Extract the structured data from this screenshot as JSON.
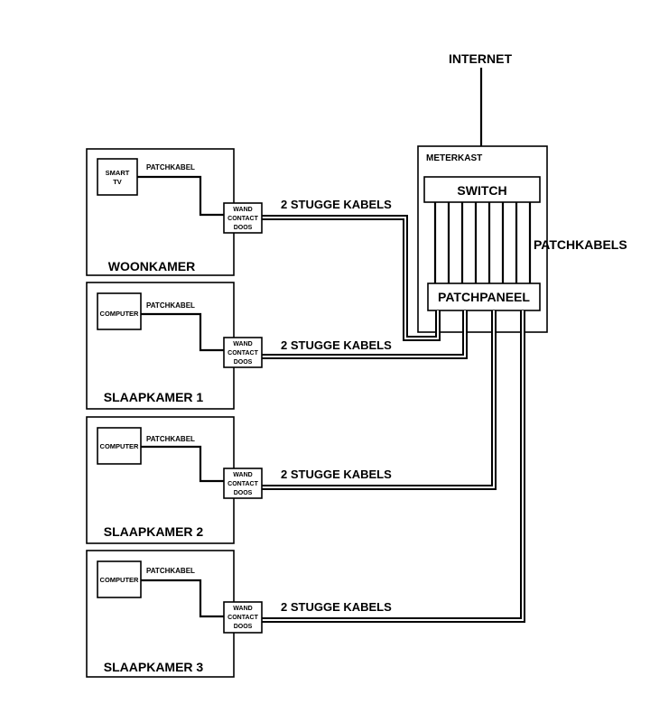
{
  "internet_label": "INTERNET",
  "meterkast": {
    "label": "METERKAST",
    "switch_label": "SWITCH",
    "patchpanel_label": "PATCHPANEEL",
    "patchkabels_label": "PATCHKABELS"
  },
  "rooms": [
    {
      "name": "WOONKAMER",
      "device_lines": [
        "SMART",
        "TV"
      ],
      "patch_label": "PATCHKABEL",
      "outlet_lines": [
        "WAND",
        "CONTACT",
        "DOOS"
      ],
      "cable_label": "2 STUGGE KABELS"
    },
    {
      "name": "SLAAPKAMER 1",
      "device_lines": [
        "COMPUTER"
      ],
      "patch_label": "PATCHKABEL",
      "outlet_lines": [
        "WAND",
        "CONTACT",
        "DOOS"
      ],
      "cable_label": "2 STUGGE KABELS"
    },
    {
      "name": "SLAAPKAMER 2",
      "device_lines": [
        "COMPUTER"
      ],
      "patch_label": "PATCHKABEL",
      "outlet_lines": [
        "WAND",
        "CONTACT",
        "DOOS"
      ],
      "cable_label": "2 STUGGE KABELS"
    },
    {
      "name": "SLAAPKAMER 3",
      "device_lines": [
        "COMPUTER"
      ],
      "patch_label": "PATCHKABEL",
      "outlet_lines": [
        "WAND",
        "CONTACT",
        "DOOS"
      ],
      "cable_label": "2 STUGGE KABELS"
    }
  ]
}
